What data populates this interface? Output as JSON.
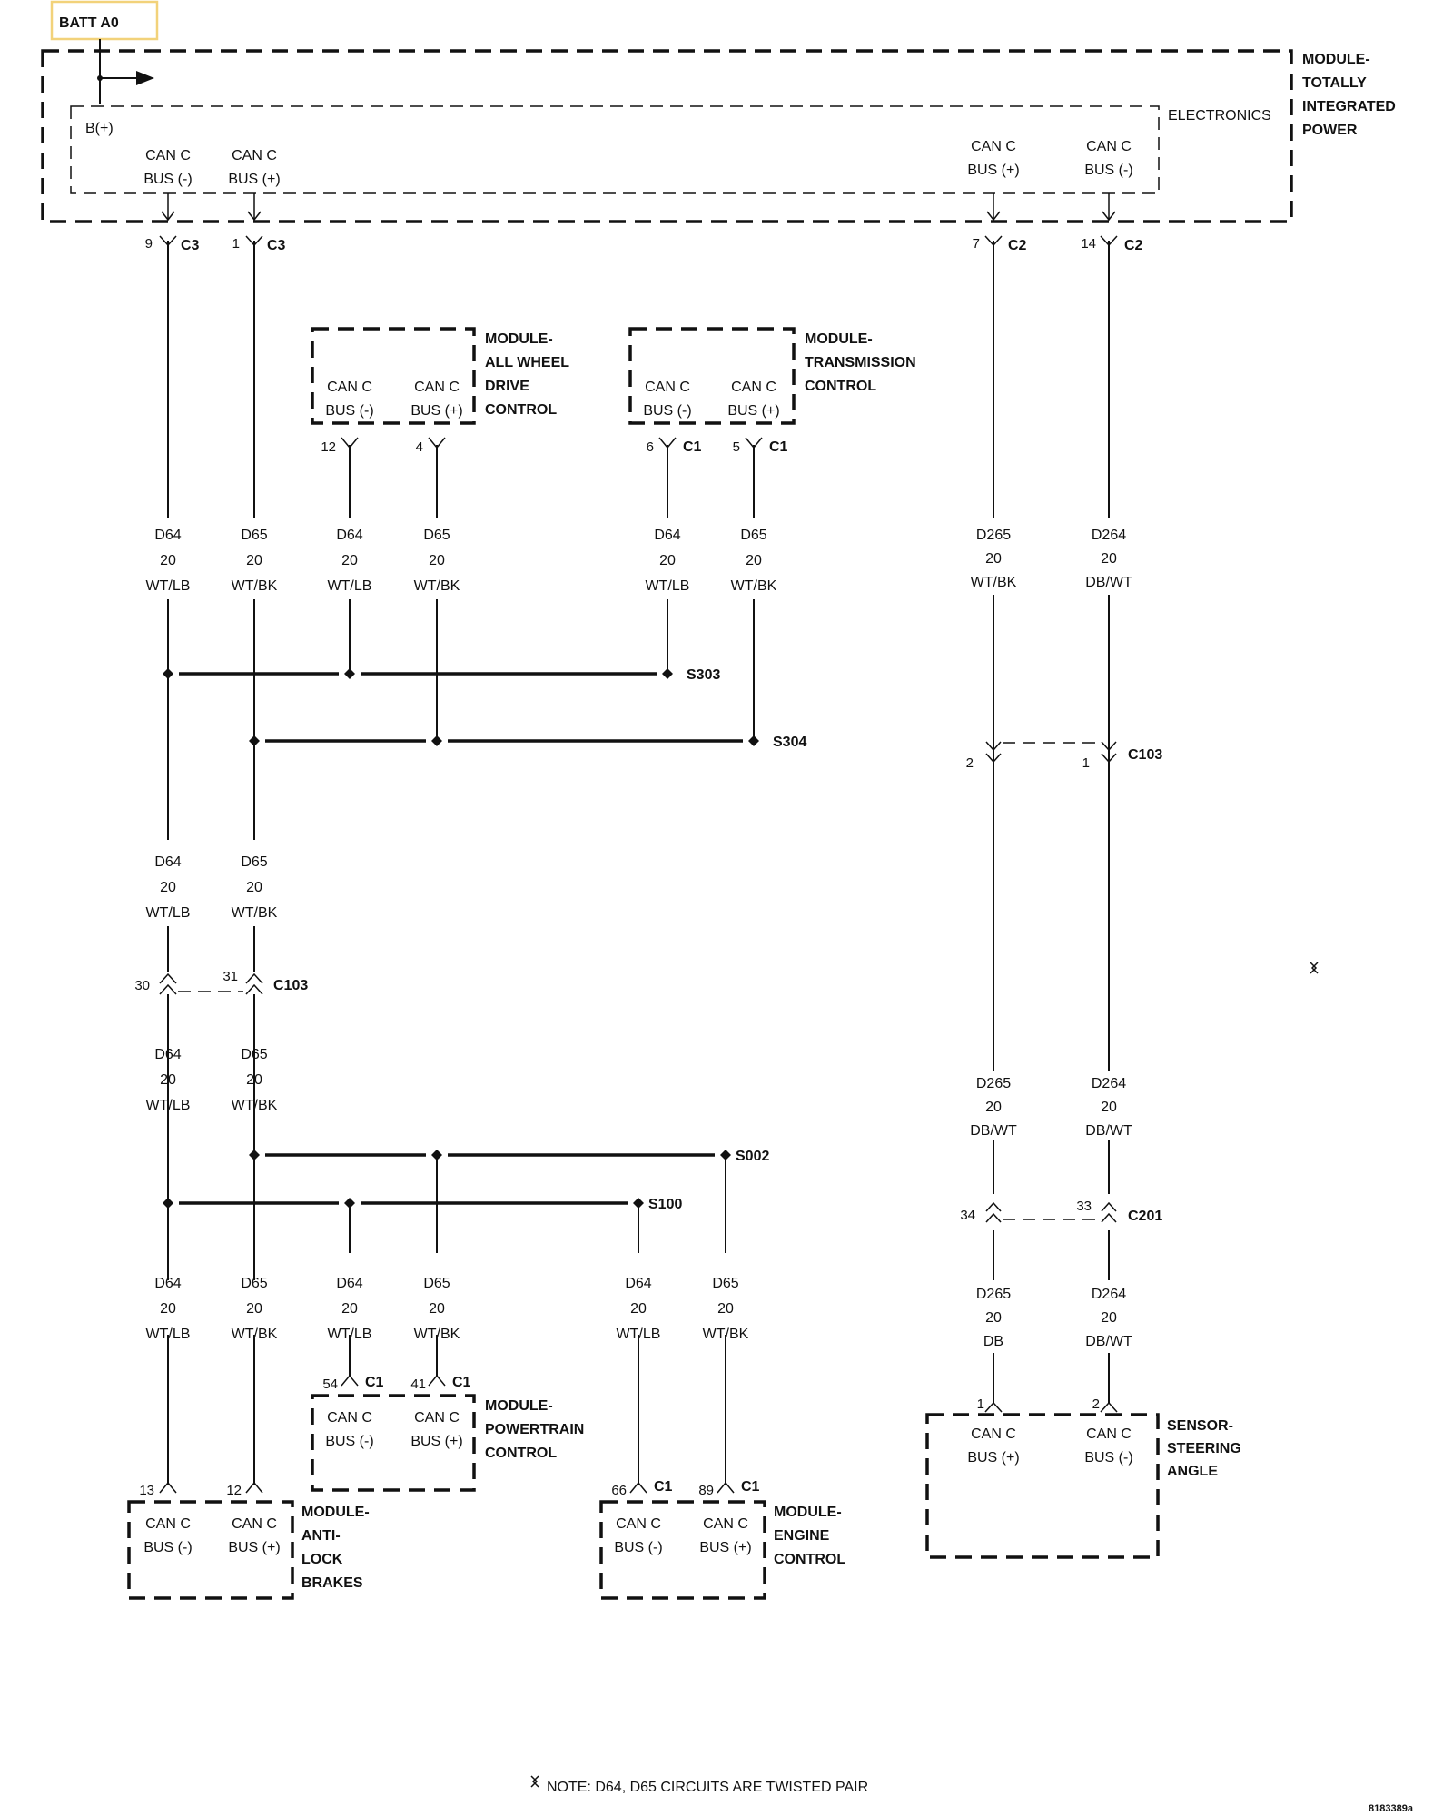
{
  "batt_label": "BATT A0",
  "note_text": "NOTE:  D64, D65    CIRCUITS ARE TWISTED PAIR",
  "doc_id": "8183389a",
  "tipm": {
    "title": [
      "MODULE-",
      "TOTALLY",
      "INTEGRATED",
      "POWER"
    ],
    "sub": "ELECTRONICS",
    "b_plus": "B(+)",
    "pins": [
      {
        "l1": "CAN C",
        "l2": "BUS (-)",
        "num": "9",
        "conn": "C3"
      },
      {
        "l1": "CAN C",
        "l2": "BUS (+)",
        "num": "1",
        "conn": "C3"
      },
      {
        "l1": "CAN C",
        "l2": "BUS (+)",
        "num": "7",
        "conn": "C2"
      },
      {
        "l1": "CAN C",
        "l2": "BUS (-)",
        "num": "14",
        "conn": "C2"
      }
    ]
  },
  "awd": {
    "title": [
      "MODULE-",
      "ALL WHEEL",
      "DRIVE",
      "CONTROL"
    ],
    "pins": [
      {
        "l1": "CAN C",
        "l2": "BUS (-)",
        "num": "12"
      },
      {
        "l1": "CAN C",
        "l2": "BUS (+)",
        "num": "4"
      }
    ]
  },
  "tcm": {
    "title": [
      "MODULE-",
      "TRANSMISSION",
      "CONTROL"
    ],
    "pins": [
      {
        "l1": "CAN C",
        "l2": "BUS (-)",
        "num": "6",
        "conn": "C1"
      },
      {
        "l1": "CAN C",
        "l2": "BUS (+)",
        "num": "5",
        "conn": "C1"
      }
    ]
  },
  "pcm": {
    "title": [
      "MODULE-",
      "POWERTRAIN",
      "CONTROL"
    ],
    "pins": [
      {
        "l1": "CAN C",
        "l2": "BUS (-)",
        "num": "54",
        "conn": "C1"
      },
      {
        "l1": "CAN C",
        "l2": "BUS (+)",
        "num": "41",
        "conn": "C1"
      }
    ]
  },
  "abs": {
    "title": [
      "MODULE-",
      "ANTI-",
      "LOCK",
      "BRAKES"
    ],
    "pins": [
      {
        "l1": "CAN C",
        "l2": "BUS (-)",
        "num": "13"
      },
      {
        "l1": "CAN C",
        "l2": "BUS (+)",
        "num": "12"
      }
    ]
  },
  "ecm": {
    "title": [
      "MODULE-",
      "ENGINE",
      "CONTROL"
    ],
    "pins": [
      {
        "l1": "CAN C",
        "l2": "BUS (-)",
        "num": "66",
        "conn": "C1"
      },
      {
        "l1": "CAN C",
        "l2": "BUS (+)",
        "num": "89",
        "conn": "C1"
      }
    ]
  },
  "sas": {
    "title": [
      "SENSOR-",
      "STEERING",
      "ANGLE"
    ],
    "pins": [
      {
        "l1": "CAN C",
        "l2": "BUS (+)",
        "num": "1"
      },
      {
        "l1": "CAN C",
        "l2": "BUS (-)",
        "num": "2"
      }
    ]
  },
  "wires": {
    "d64_wtlb": [
      "D64",
      "20",
      "WT/LB"
    ],
    "d65_wtbk": [
      "D65",
      "20",
      "WT/BK"
    ],
    "d265_wtbk": [
      "D265",
      "20",
      "WT/BK"
    ],
    "d264_dbwt": [
      "D264",
      "20",
      "DB/WT"
    ],
    "d265_dbwt": [
      "D265",
      "20",
      "DB/WT"
    ],
    "d265_db": [
      "D265",
      "20",
      "DB"
    ]
  },
  "splices": {
    "s303": "S303",
    "s304": "S304",
    "s002": "S002",
    "s100": "S100"
  },
  "connectors": {
    "c103_left": {
      "name": "C103",
      "pin_a": "30",
      "pin_b": "31"
    },
    "c103_right": {
      "name": "C103",
      "pin_a": "2",
      "pin_b": "1"
    },
    "c201": {
      "name": "C201",
      "pin_a": "34",
      "pin_b": "33"
    }
  }
}
